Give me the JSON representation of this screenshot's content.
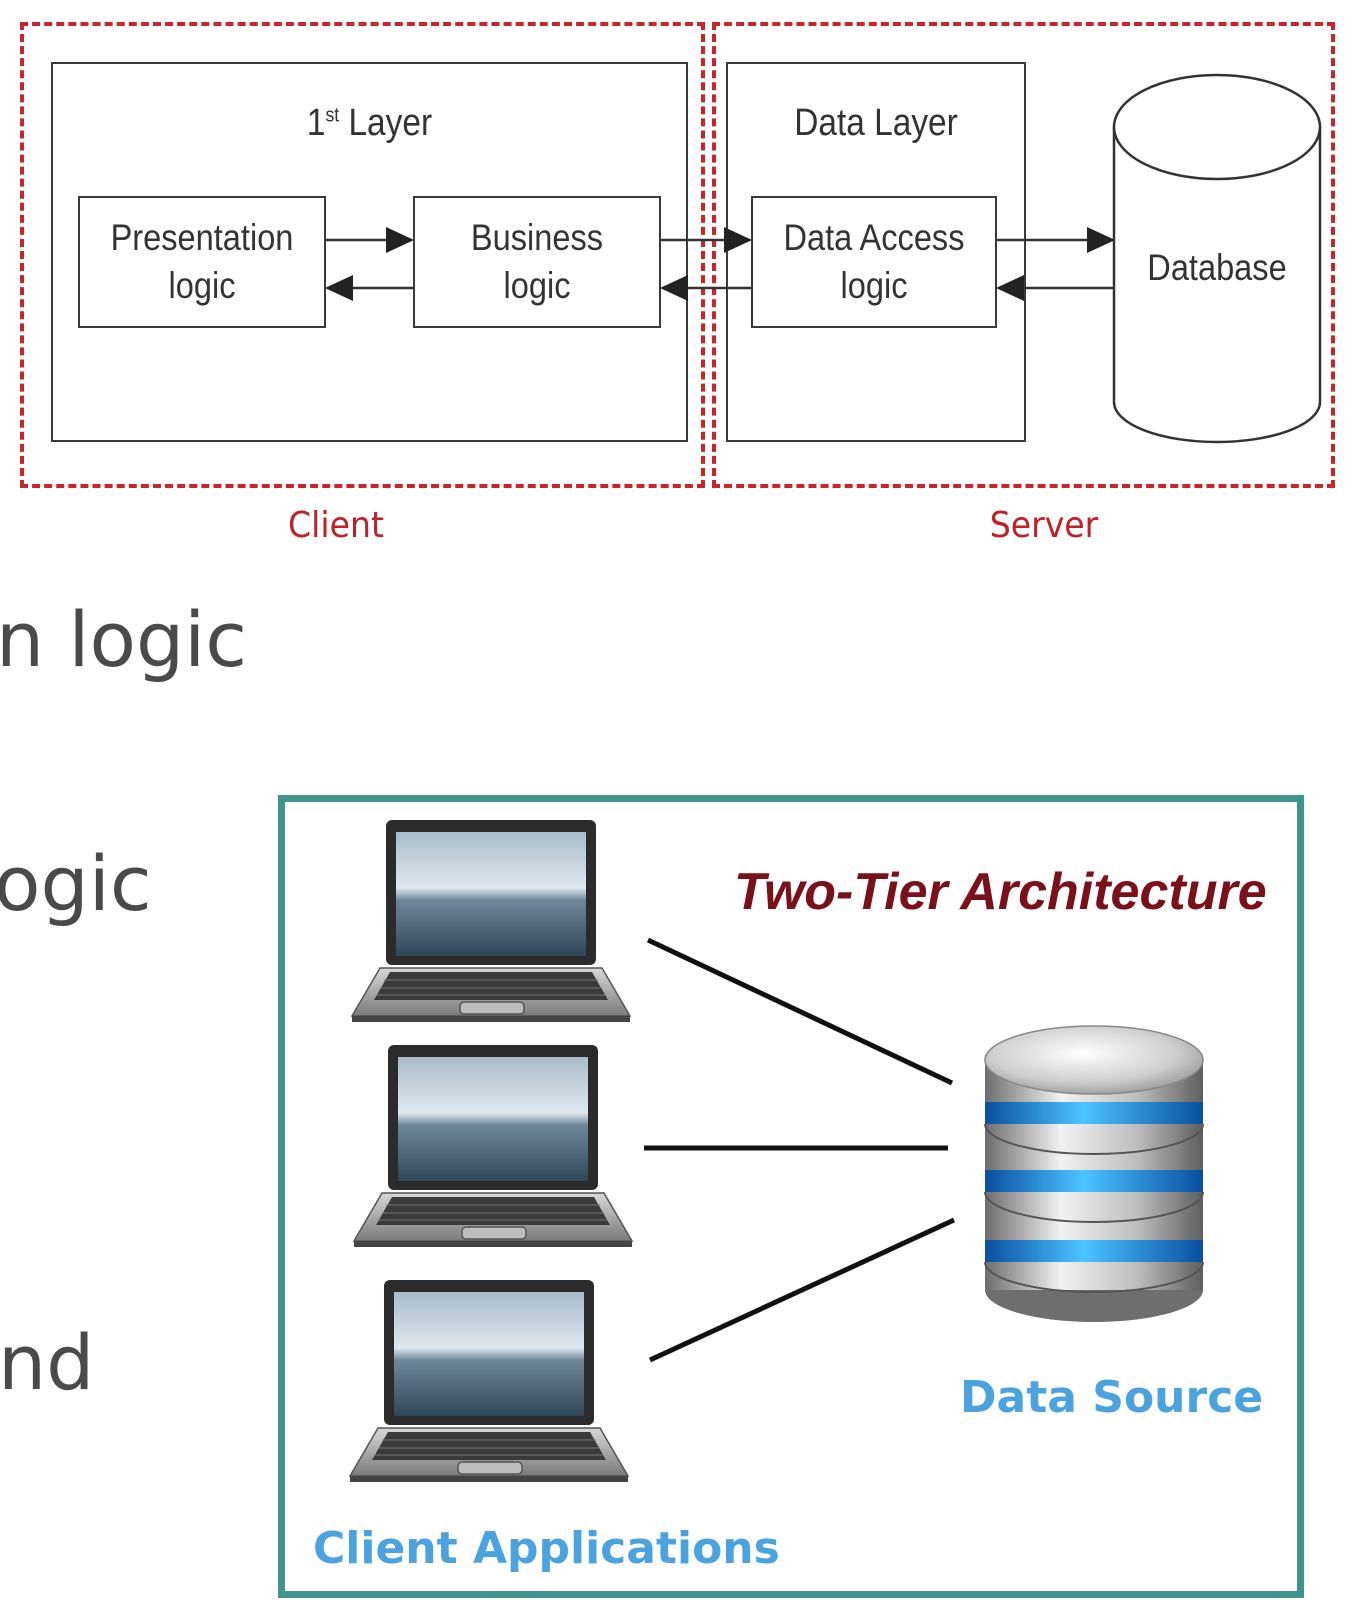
{
  "top_diagram": {
    "client_label": "Client",
    "server_label": "Server",
    "layer1": {
      "title_main": "1",
      "title_sup": "st",
      "title_rest": " Layer"
    },
    "data_layer": {
      "title": "Data Layer"
    },
    "presentation": {
      "line1": "Presentation",
      "line2": "logic"
    },
    "business": {
      "line1": "Business",
      "line2": "logic"
    },
    "data_access": {
      "line1": "Data Access",
      "line2": "logic"
    },
    "database": {
      "label": "Database"
    },
    "colors": {
      "dash": "#c9242c",
      "label": "#c02027",
      "stroke": "#3a3a3a"
    }
  },
  "slide_text": {
    "fragment_1": "n logic",
    "fragment_2": "ogic",
    "fragment_3": "nd"
  },
  "two_tier": {
    "title": "Two-Tier Architecture",
    "data_source_label": "Data Source",
    "client_apps_label": "Client Applications",
    "client_count": 3,
    "colors": {
      "border": "#3f958b",
      "title": "#7a1019",
      "labels": "#4aa3df"
    }
  }
}
